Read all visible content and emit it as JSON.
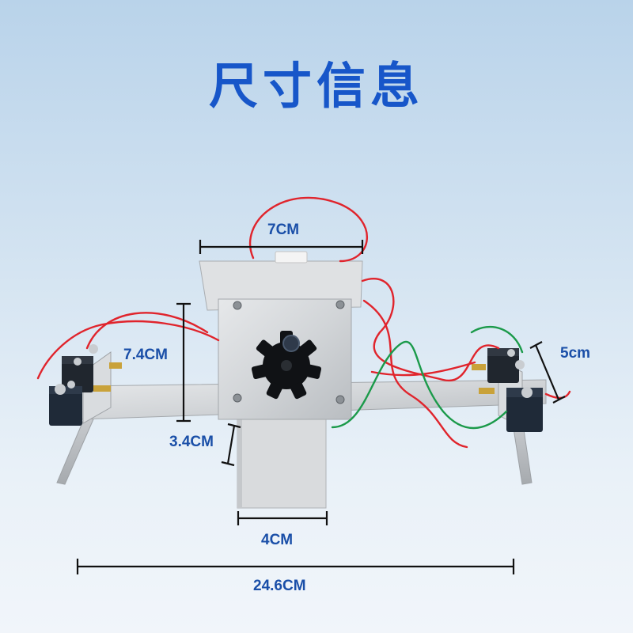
{
  "title": "尺寸信息",
  "dimensions": {
    "top_width": "7CM",
    "body_height": "7.4CM",
    "side_block": "5cm",
    "lower_height": "3.4CM",
    "lower_width": "4CM",
    "total_width": "24.6CM"
  },
  "colors": {
    "title": "#1756c9",
    "dimension_text": "#1a4fa8",
    "wire_red": "#e0242c",
    "wire_green": "#1b9a4a"
  }
}
